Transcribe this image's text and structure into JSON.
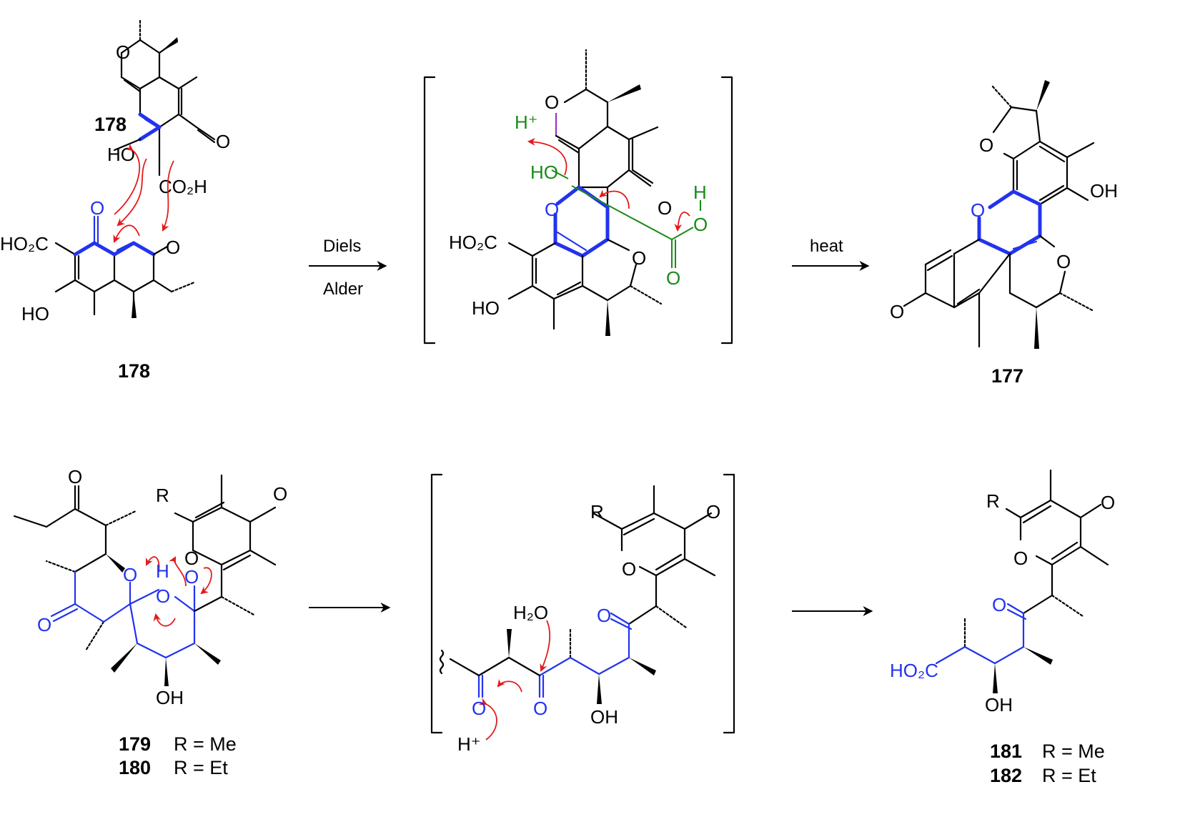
{
  "colors": {
    "bond": "#000000",
    "highlight_blue": "#2233ee",
    "arrow_red": "#e31b1b",
    "acid_green": "#1a8a1a",
    "h_purple": "#9933cc"
  },
  "top_scheme": {
    "reactant_label_upper": "178",
    "reactant_label_lower": "178",
    "arrow1_line1": "Diels",
    "arrow1_line2": "Alder",
    "arrow2_label": "heat",
    "product_label": "177",
    "atoms": {
      "O": "O",
      "HO": "HO",
      "OH": "OH",
      "CO2H": "CO₂H",
      "HO2C": "HO₂C",
      "H_plus": "H⁺",
      "H": "H"
    }
  },
  "bottom_scheme": {
    "reactant_labels": [
      {
        "num": "179",
        "r": "R = Me"
      },
      {
        "num": "180",
        "r": "R = Et"
      }
    ],
    "product_labels": [
      {
        "num": "181",
        "r": "R = Me"
      },
      {
        "num": "182",
        "r": "R = Et"
      }
    ],
    "atoms": {
      "R": "R",
      "O": "O",
      "H": "H",
      "OH": "OH",
      "H2O": "H₂O",
      "H_plus": "H⁺",
      "HO2C": "HO₂C"
    }
  }
}
